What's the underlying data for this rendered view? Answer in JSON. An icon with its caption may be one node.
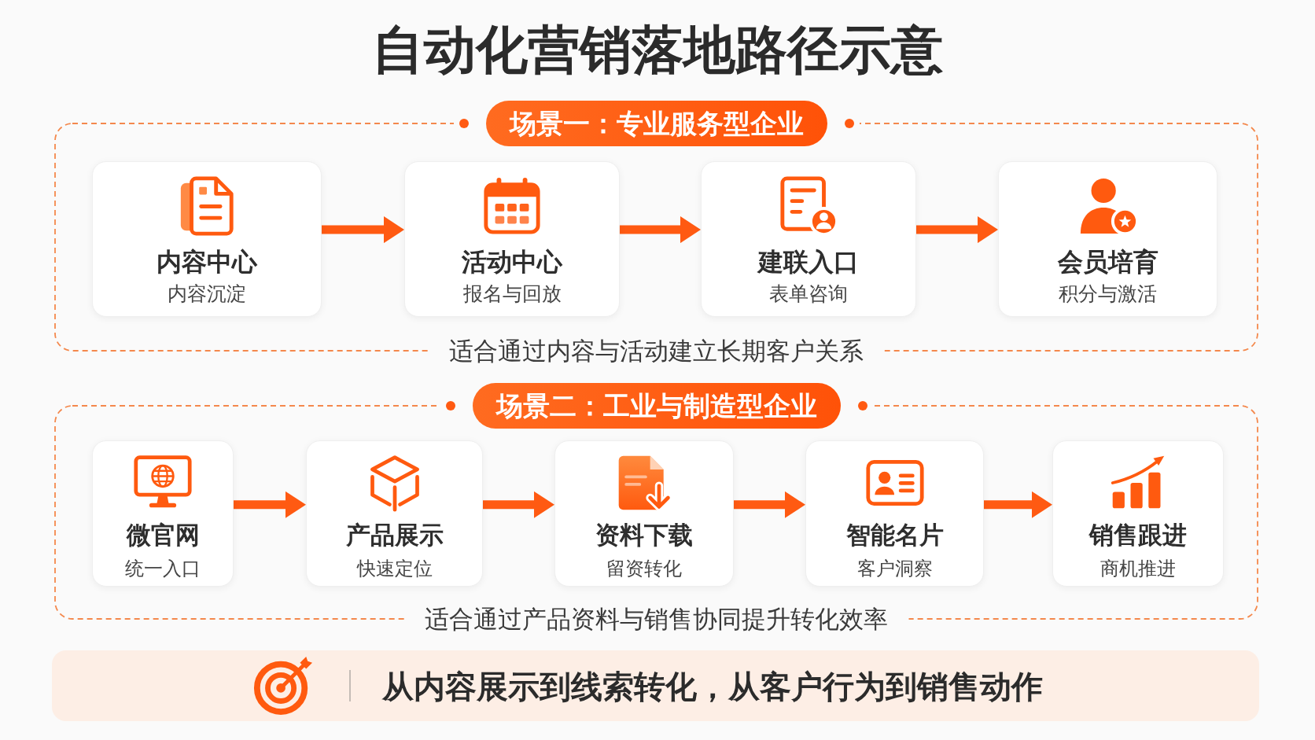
{
  "diagram": {
    "title": "自动化营销落地路径示意",
    "nodes": [
      {
        "text": [
          "场景一：专业服务型企业",
          "适合通过内容与活动建立长期客户关系"
        ]
      },
      {
        "text": [
          "内容中心",
          "内容沉淀"
        ],
        "in": 0
      },
      {
        "text": [
          "活动中心",
          "报名与回放"
        ],
        "in": 0
      },
      {
        "text": [
          "建联入口",
          "表单咨询"
        ],
        "in": 0
      },
      {
        "text": [
          "会员培育",
          "积分与激活"
        ],
        "in": 0
      },
      {
        "text": [
          "场景二：工业与制造型企业",
          "适合通过产品资料与销售协同提升转化效率"
        ]
      },
      {
        "text": [
          "微官网",
          "统一入口"
        ],
        "in": 5
      },
      {
        "text": [
          "产品展示",
          "快速定位"
        ],
        "in": 5
      },
      {
        "text": [
          "资料下载",
          "留资转化"
        ],
        "in": 5
      },
      {
        "text": [
          "智能名片",
          "客户洞察"
        ],
        "in": 5
      },
      {
        "text": [
          "销售跟进",
          "商机推进"
        ],
        "in": 5
      },
      {
        "text": [
          "从内容展示到线索转化，从客户行为到销售动作"
        ]
      }
    ],
    "edges": [
      {
        "from": 1,
        "to": 2,
        "arrow": "to"
      },
      {
        "from": 2,
        "to": 3,
        "arrow": "to"
      },
      {
        "from": 3,
        "to": 4,
        "arrow": "to"
      },
      {
        "from": 6,
        "to": 7,
        "arrow": "to"
      },
      {
        "from": 7,
        "to": 8,
        "arrow": "to"
      },
      {
        "from": 8,
        "to": 9,
        "arrow": "to"
      },
      {
        "from": 9,
        "to": 10,
        "arrow": "to"
      }
    ]
  }
}
